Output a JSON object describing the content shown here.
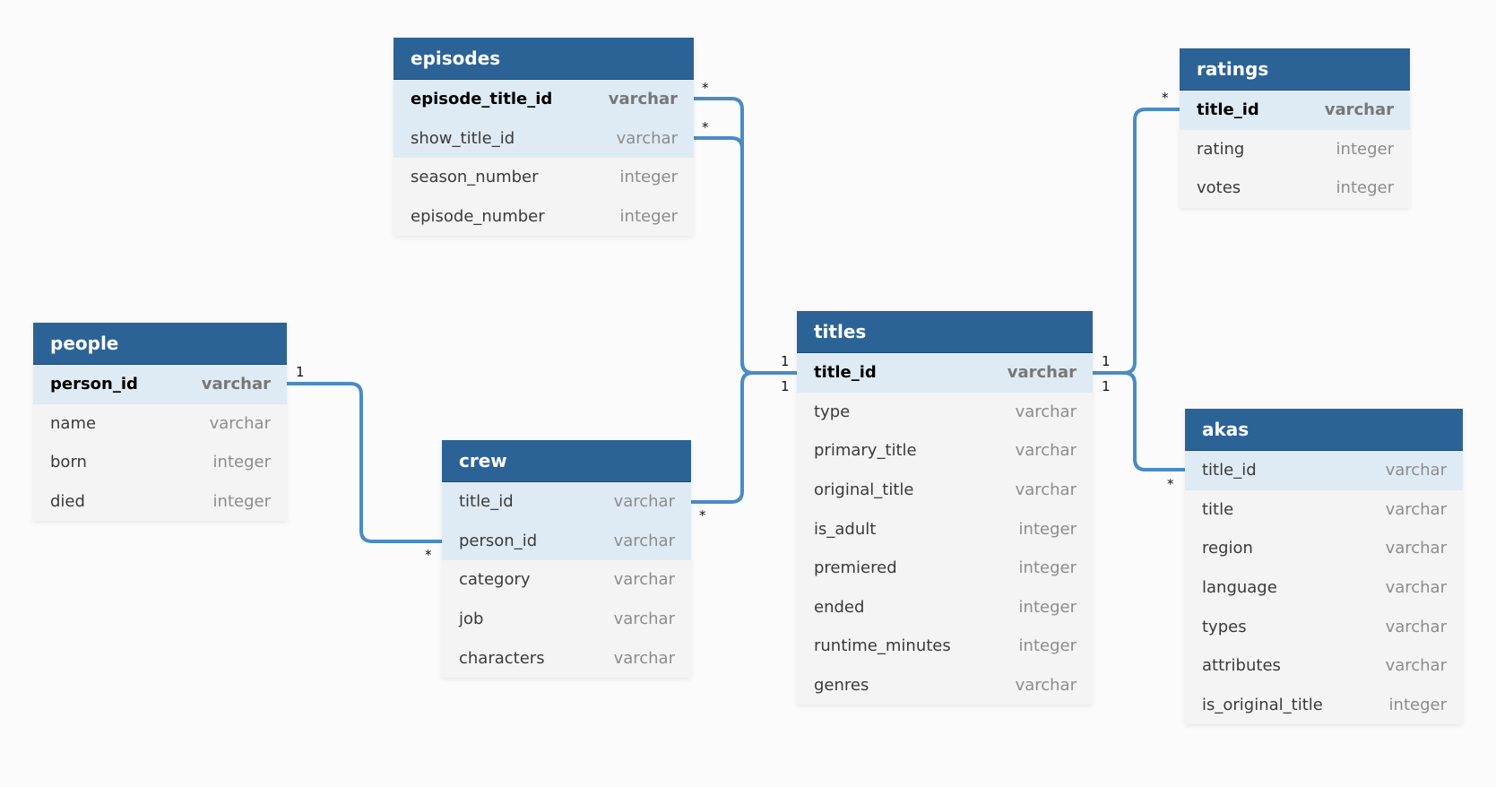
{
  "tables": {
    "episodes": {
      "name": "episodes",
      "columns": [
        {
          "name": "episode_title_id",
          "type": "varchar"
        },
        {
          "name": "show_title_id",
          "type": "varchar"
        },
        {
          "name": "season_number",
          "type": "integer"
        },
        {
          "name": "episode_number",
          "type": "integer"
        }
      ]
    },
    "ratings": {
      "name": "ratings",
      "columns": [
        {
          "name": "title_id",
          "type": "varchar"
        },
        {
          "name": "rating",
          "type": "integer"
        },
        {
          "name": "votes",
          "type": "integer"
        }
      ]
    },
    "people": {
      "name": "people",
      "columns": [
        {
          "name": "person_id",
          "type": "varchar"
        },
        {
          "name": "name",
          "type": "varchar"
        },
        {
          "name": "born",
          "type": "integer"
        },
        {
          "name": "died",
          "type": "integer"
        }
      ]
    },
    "crew": {
      "name": "crew",
      "columns": [
        {
          "name": "title_id",
          "type": "varchar"
        },
        {
          "name": "person_id",
          "type": "varchar"
        },
        {
          "name": "category",
          "type": "varchar"
        },
        {
          "name": "job",
          "type": "varchar"
        },
        {
          "name": "characters",
          "type": "varchar"
        }
      ]
    },
    "titles": {
      "name": "titles",
      "columns": [
        {
          "name": "title_id",
          "type": "varchar"
        },
        {
          "name": "type",
          "type": "varchar"
        },
        {
          "name": "primary_title",
          "type": "varchar"
        },
        {
          "name": "original_title",
          "type": "varchar"
        },
        {
          "name": "is_adult",
          "type": "integer"
        },
        {
          "name": "premiered",
          "type": "integer"
        },
        {
          "name": "ended",
          "type": "integer"
        },
        {
          "name": "runtime_minutes",
          "type": "integer"
        },
        {
          "name": "genres",
          "type": "varchar"
        }
      ]
    },
    "akas": {
      "name": "akas",
      "columns": [
        {
          "name": "title_id",
          "type": "varchar"
        },
        {
          "name": "title",
          "type": "varchar"
        },
        {
          "name": "region",
          "type": "varchar"
        },
        {
          "name": "language",
          "type": "varchar"
        },
        {
          "name": "types",
          "type": "varchar"
        },
        {
          "name": "attributes",
          "type": "varchar"
        },
        {
          "name": "is_original_title",
          "type": "integer"
        }
      ]
    }
  },
  "relationships": [
    {
      "from": "episodes.episode_title_id",
      "to": "titles.title_id",
      "from_cardinality": "*",
      "to_cardinality": "1"
    },
    {
      "from": "episodes.show_title_id",
      "to": "titles.title_id",
      "from_cardinality": "*",
      "to_cardinality": "1"
    },
    {
      "from": "crew.title_id",
      "to": "titles.title_id",
      "from_cardinality": "*",
      "to_cardinality": "1"
    },
    {
      "from": "crew.person_id",
      "to": "people.person_id",
      "from_cardinality": "*",
      "to_cardinality": "1"
    },
    {
      "from": "ratings.title_id",
      "to": "titles.title_id",
      "from_cardinality": "*",
      "to_cardinality": "1"
    },
    {
      "from": "akas.title_id",
      "to": "titles.title_id",
      "from_cardinality": "*",
      "to_cardinality": "1"
    }
  ]
}
